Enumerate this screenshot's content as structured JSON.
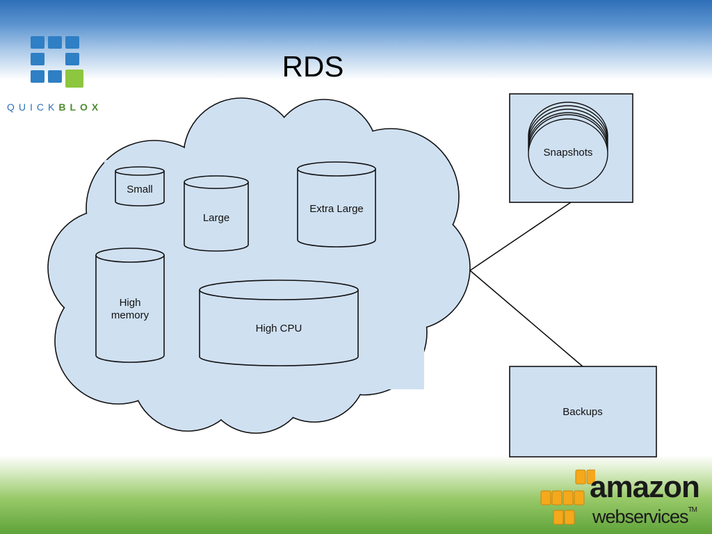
{
  "slide": {
    "title": "RDS"
  },
  "quickblox_logo": {
    "word_part1": "QUICK",
    "word_part2": "BLOX"
  },
  "diagram": {
    "cloud_nodes": [
      {
        "id": "small",
        "label": "Small"
      },
      {
        "id": "large",
        "label": "Large"
      },
      {
        "id": "extra_large",
        "label": "Extra Large"
      },
      {
        "id": "high_memory",
        "label_line1": "High",
        "label_line2": "memory"
      },
      {
        "id": "high_cpu",
        "label": "High CPU"
      }
    ],
    "snapshots": {
      "label": "Snapshots"
    },
    "backups": {
      "label": "Backups"
    },
    "colors": {
      "fill": "#cfe0f1",
      "stroke": "#111111"
    }
  },
  "aws_logo": {
    "amazon": "amazon",
    "web": "web",
    "services": "services",
    "tm": "TM"
  },
  "theme": {
    "top_band": "#2f6fb8",
    "bottom_band": "#5fa33a",
    "qb_blue": "#2f7fc4",
    "qb_green": "#8dc63f",
    "aws_orange": "#f5a81c"
  }
}
